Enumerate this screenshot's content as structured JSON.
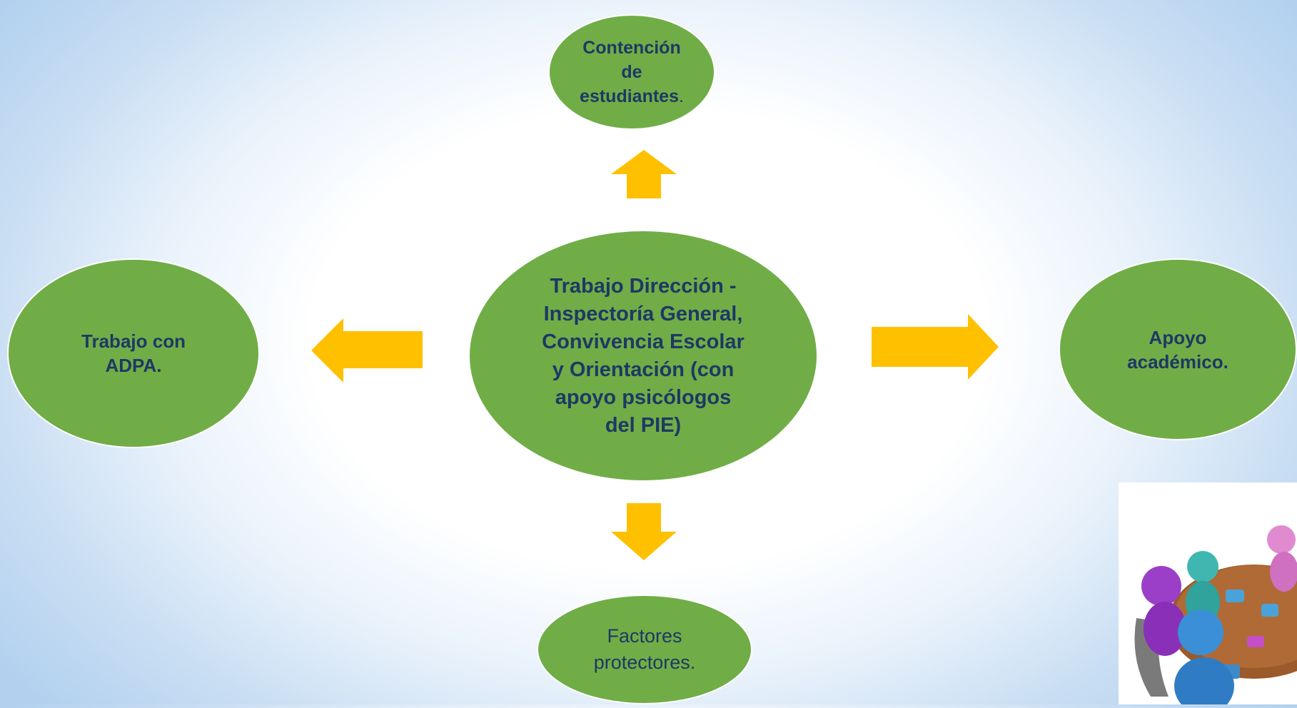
{
  "diagram": {
    "center": {
      "lines": [
        "Trabajo Dirección -",
        "Inspectoría General,",
        "Convivencia Escolar",
        "y Orientación (con",
        "apoyo psicólogos",
        "del PIE)"
      ]
    },
    "top": {
      "line1": "Contención",
      "line2": "de",
      "line3_bold": "estudiantes",
      "line3_tail": "."
    },
    "left": {
      "lines": [
        "Trabajo con",
        "ADPA."
      ]
    },
    "right": {
      "lines": [
        "Apoyo",
        "académico."
      ]
    },
    "bottom": {
      "lines": [
        "Factores",
        "protectores."
      ]
    }
  },
  "colors": {
    "node_fill": "#70ad47",
    "node_text": "#1f3864",
    "arrow_fill": "#ffc000"
  },
  "illustration": {
    "icon": "team-meeting-puzzle-icon"
  }
}
